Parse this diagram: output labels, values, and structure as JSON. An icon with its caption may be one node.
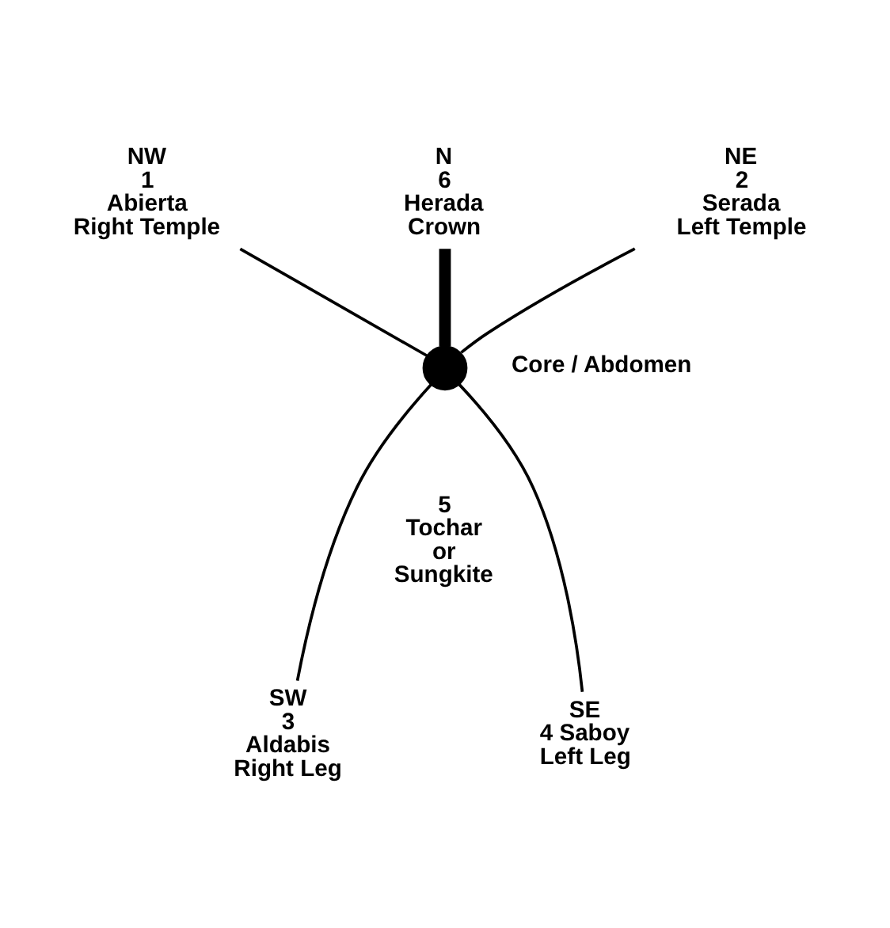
{
  "diagram": {
    "nodes": [
      {
        "text": [
          "NW",
          "1",
          "Abierta",
          "Right Temple"
        ]
      },
      {
        "text": [
          "NE",
          "2",
          "Serada",
          "Left Temple"
        ]
      },
      {
        "text": [
          "N",
          "6",
          "Herada",
          "Crown"
        ]
      },
      {
        "text": [],
        "shape": "circle",
        "beside": [
          "Core / Abdomen"
        ]
      },
      {
        "text": [
          "SW",
          "3",
          "Aldabis",
          "Right Leg"
        ]
      },
      {
        "text": [
          "SE",
          "4 Saboy",
          "Left Leg"
        ]
      }
    ],
    "edges": [
      {
        "from": 3,
        "to": 0,
        "arrow": "none"
      },
      {
        "from": 3,
        "to": 1,
        "arrow": "none"
      },
      {
        "from": 3,
        "to": 2,
        "arrow": "none",
        "style": "thick"
      },
      {
        "from": 3,
        "to": 4,
        "arrow": "none"
      },
      {
        "from": 3,
        "to": 5,
        "arrow": "none"
      }
    ],
    "labels": [
      "5 Tochar or Sungkite"
    ]
  }
}
